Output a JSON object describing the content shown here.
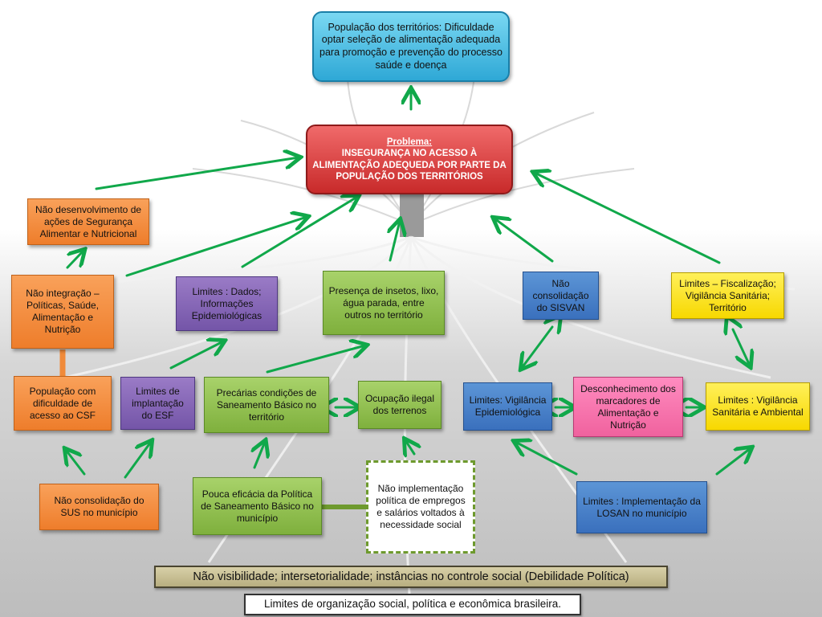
{
  "colors": {
    "arrow": "#10a84a",
    "connector_orange": "#f08a3a",
    "connector_green": "#6e9a2e",
    "background_gray": "#c8c8c8"
  },
  "diagram": {
    "top_outcome": "População dos territórios: Dificuldade optar seleção de alimentação adequada para promoção e prevenção do processo saúde e doença",
    "problem": {
      "heading": "Problema",
      "text": "INSEGURANÇA NO ACESSO À ALIMENTAÇÃO  ADEQUEDA POR PARTE DA POPULAÇÃO DOS TERRITÓRIOS"
    },
    "nodes": {
      "nao_desenvolvimento": "Não desenvolvimento de ações de Segurança Alimentar e Nutricional",
      "nao_integracao": "Não integração – Políticas, Saúde, Alimentação e Nutrição",
      "populacao_csf": "População com dificuldade de acesso ao CSF",
      "nao_consolidacao_sus": "Não consolidação do SUS no município",
      "limites_dados": "Limites : Dados; Informações Epidemiológicas",
      "limites_esf": "Limites de implantação do ESF",
      "presenca_insetos": "Presença de insetos, lixo, água parada, entre outros no território",
      "precarias_saneamento": "Precárias condições de Saneamento Básico no território",
      "ocupacao_ilegal": "Ocupação ilegal dos terrenos",
      "pouca_eficacia": "Pouca eficácia da Política de Saneamento Básico no município",
      "nao_implementacao": "Não implementação política  de empregos e salários voltados à necessidade social",
      "nao_consolidacao_sisvan": "Não consolidação do SISVAN",
      "limites_vigilancia_epi": "Limites: Vigilância Epidemiológica",
      "desconhecimento": "Desconhecimento dos marcadores de Alimentação e Nutrição",
      "limites_fiscalizacao": "Limites – Fiscalização; Vigilância Sanitária; Território",
      "limites_vigilancia_sanitaria": "Limites : Vigilância Sanitária  e Ambiental",
      "limites_losan": "Limites : Implementação da LOSAN no município"
    },
    "bottom_bar_1": "Não visibilidade; intersetorialidade; instâncias no controle social (Debilidade Política)",
    "bottom_bar_2": "Limites de organização social, política e econômica brasileira."
  }
}
